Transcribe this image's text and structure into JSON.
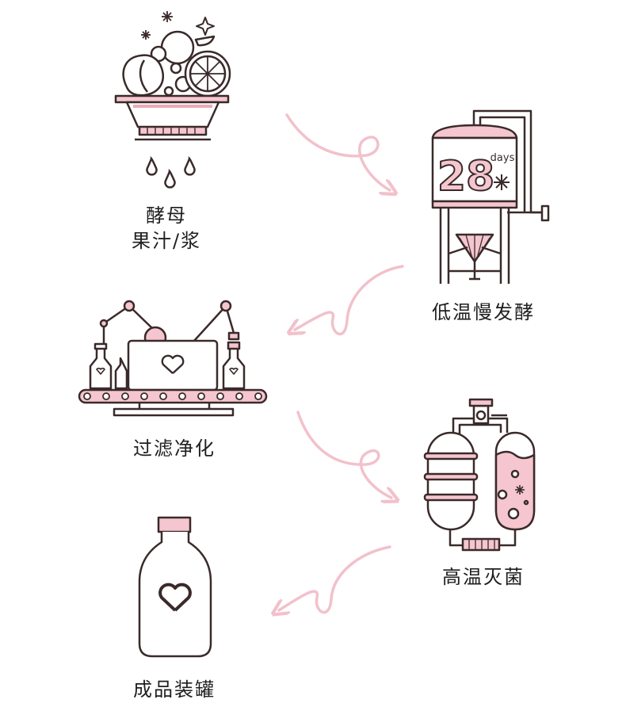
{
  "steps": [
    {
      "line1": "酵母",
      "line2": "果汁/浆"
    },
    {
      "label": "低温慢发酵"
    },
    {
      "label": "过滤净化"
    },
    {
      "label": "高温灭菌"
    },
    {
      "label": "成品装罐"
    }
  ],
  "tank": {
    "number": "28",
    "unit": "days"
  },
  "colors": {
    "ink": "#3a2a2a",
    "accent": "#f5c6cf",
    "accent_dark": "#e9aab8"
  }
}
